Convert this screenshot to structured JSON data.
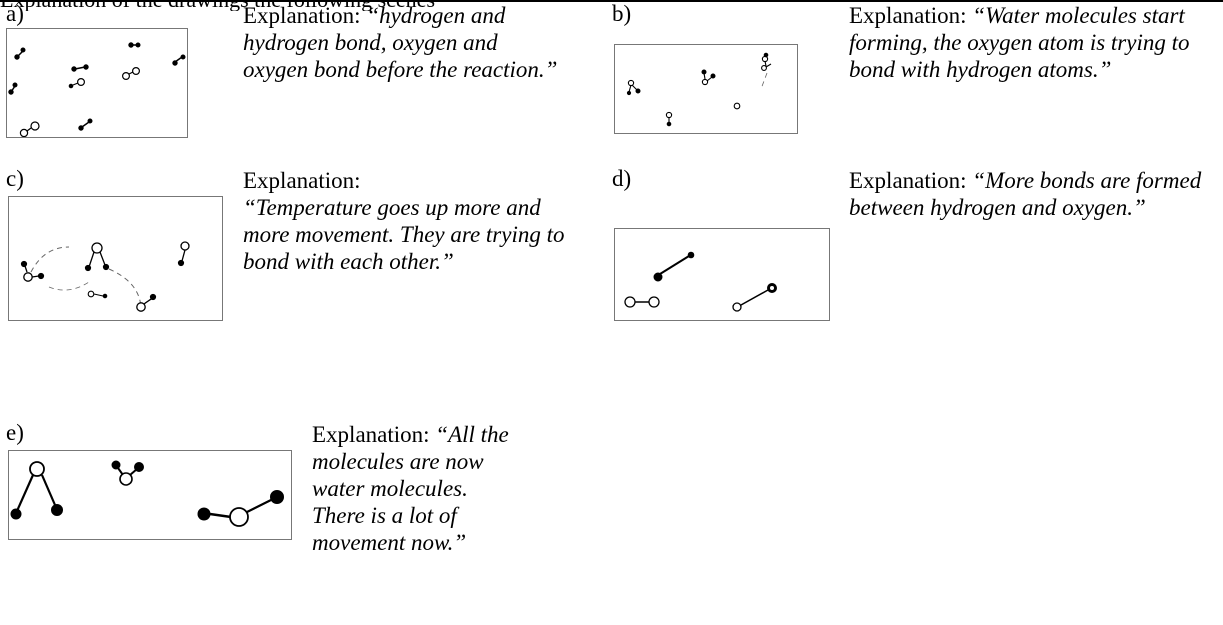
{
  "header_fragment": "Explanation of the drawings the following scenes",
  "scenes": [
    {
      "label": "a)",
      "explanation_prefix": "Explanation: ",
      "explanation_quote": "“hydrogen and hydrogen bond, oxygen and oxygen bond before the reaction.”"
    },
    {
      "label": "b)",
      "explanation_prefix": "Explanation: ",
      "explanation_quote": "“Water molecules start forming, the oxygen atom is trying to bond with hydrogen atoms.”"
    },
    {
      "label": "c)",
      "explanation_prefix": "Explanation: ",
      "explanation_quote": "“Temperature goes up more and more movement. They are trying to bond with each other.”"
    },
    {
      "label": "d)",
      "explanation_prefix": "Explanation: ",
      "explanation_quote": "“More bonds are formed between hydrogen and oxygen.”"
    },
    {
      "label": "e)",
      "explanation_prefix": "Explanation: ",
      "explanation_quote": "“All the molecules are now water molecules. There is a lot of movement now.”"
    }
  ]
}
